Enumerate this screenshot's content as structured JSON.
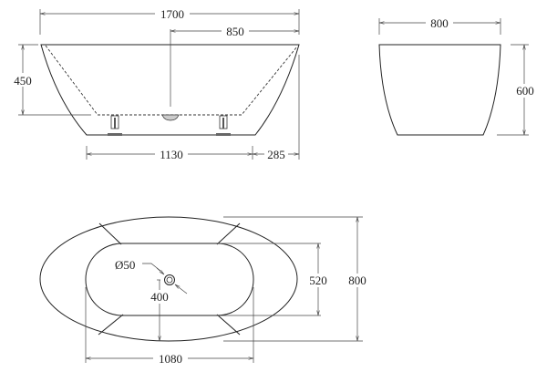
{
  "side_view": {
    "length": "1700",
    "drain_offset": "850",
    "depth": "450",
    "feet_spacing": "1130",
    "foot_to_end": "285"
  },
  "end_view": {
    "width": "800",
    "height": "600"
  },
  "plan_view": {
    "drain_diameter": "Ø50",
    "drain_to_edge": "400",
    "inner_width": "520",
    "outer_width": "800",
    "inner_length": "1080"
  },
  "colors": {
    "line": "#222222",
    "background": "#ffffff"
  }
}
